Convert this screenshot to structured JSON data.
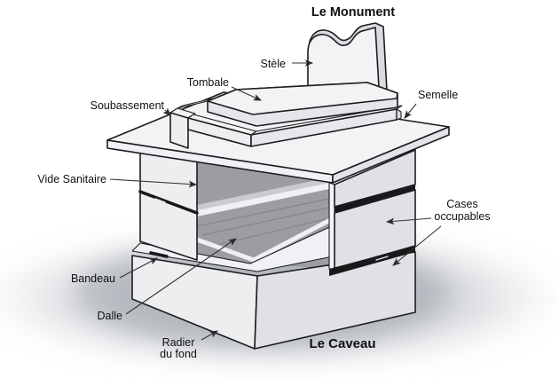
{
  "diagram": {
    "title_top": "Le Monument",
    "title_bottom": "Le Caveau",
    "labels": {
      "stele": "Stèle",
      "tombale": "Tombale",
      "soubassement": "Soubassement",
      "semelle": "Semelle",
      "vide_sanitaire": "Vide Sanitaire",
      "cases_line1": "Cases",
      "cases_line2": "occupables",
      "bandeau": "Bandeau",
      "dalle": "Dalle",
      "radier_line1": "Radier",
      "radier_line2": "du fond"
    }
  },
  "colors": {
    "outline": "#1d1d20",
    "top_face": "#f2f3f5",
    "left_face": "#eceef0",
    "right_face": "#dfe1e4",
    "side_shade": "#e4e6ea",
    "interior_dark": "#9b9da2",
    "slab_sliver": "#c9cbcf",
    "slab_edge": "#eef0f2",
    "seam": "#19191b",
    "ledge": "#f0f1f4",
    "cut_sliver": "#f4f5f7",
    "stele_side": "#d9dbde",
    "rail_face": "#e6e8eb",
    "rail_end": "#d8dadd",
    "semelle_left": "#f0f1f4",
    "semelle_right": "#e2e4e8",
    "shadow": "#b2b6bd",
    "arrow": "#333333",
    "text": "#111111"
  }
}
